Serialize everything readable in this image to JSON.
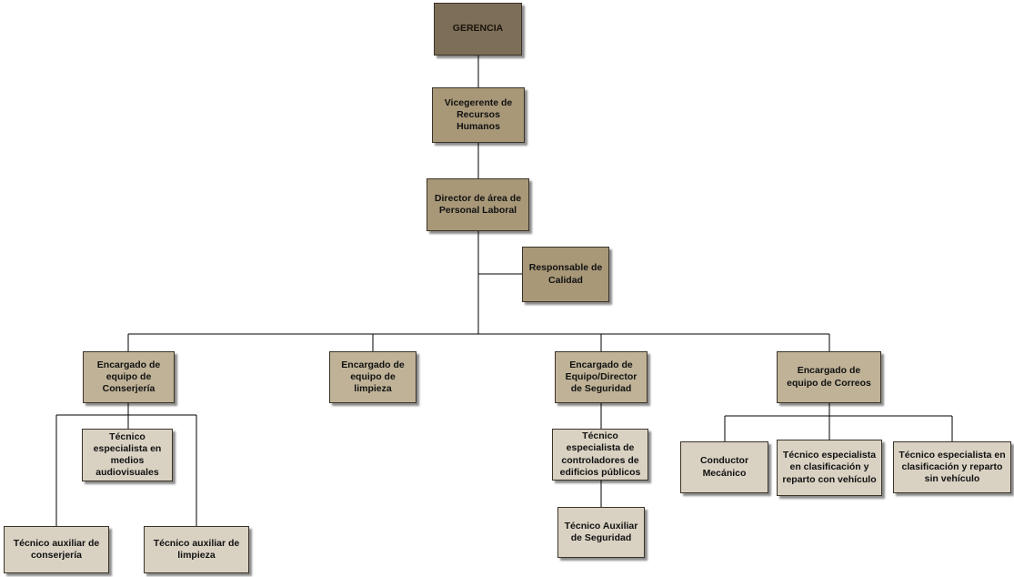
{
  "nodes": {
    "gerencia": "GERENCIA",
    "vicegerente": "Vicegerente de\nRecursos\nHumanos",
    "director": "Director de área de\nPersonal Laboral",
    "calidad": "Responsable de\nCalidad",
    "conserjeria": "Encargado de\nequipo de\nConserjería",
    "limpieza": "Encargado de\nequipo de\nlimpieza",
    "seguridad": "Encargado de\nEquipo/Director\nde Seguridad",
    "correos": "Encargado de\nequipo de Correos",
    "audiovisuales": "Técnico\nespecialista en\nmedios\naudiovisuales",
    "aux_conserjeria": "Técnico auxiliar de\nconserjería",
    "aux_limpieza": "Técnico auxiliar de\nlimpieza",
    "controladores": "Técnico\nespecialista de\ncontroladores de\nedificios públicos",
    "aux_seguridad": "Técnico Auxiliar\nde Seguridad",
    "conductor": "Conductor\nMecánico",
    "reparto_con": "Técnico especialista\nen clasificación y\nreparto con vehículo",
    "reparto_sin": "Técnico especialista en\nclasificación y reparto\nsin vehículo"
  }
}
